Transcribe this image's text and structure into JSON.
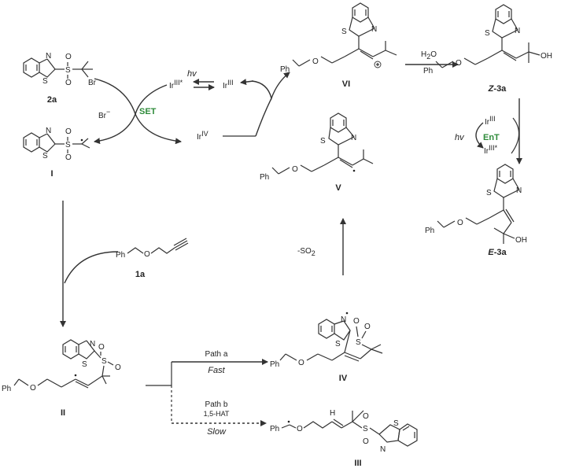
{
  "labels": {
    "c2a": "2a",
    "cI": "I",
    "c1a": "1a",
    "cII": "II",
    "cIII": "III",
    "cIV": "IV",
    "cV": "V",
    "cVI": "VI",
    "cZ3a_prefix": "Z",
    "cZ3a": "-3a",
    "cE3a_prefix": "E",
    "cE3a": "-3a"
  },
  "atoms": {
    "N": "N",
    "S": "S",
    "O": "O",
    "Br": "Br",
    "Ph": "Ph",
    "OH": "OH",
    "H": "H"
  },
  "cycle": {
    "ir3_star": "Ir",
    "ir3_star_sup": "III*",
    "hv": "hv",
    "ir3": "Ir",
    "ir3_sup": "III",
    "set": "SET",
    "br_minus": "Br",
    "ir4": "Ir",
    "ir4_sup": "IV"
  },
  "steps": {
    "water": "H",
    "water_sub": "2",
    "water_o": "O",
    "minus_so2": "-SO",
    "minus_so2_sub": "2",
    "path_a": "Path a",
    "fast": "Fast",
    "path_b": "Path b",
    "hat": "1,5-HAT",
    "slow": "Slow"
  },
  "ent": {
    "label": "EnT",
    "hv": "hv",
    "ir3": "Ir",
    "ir3_sup": "III",
    "ir3_star": "Ir",
    "ir3_star_sup": "III*"
  },
  "colors": {
    "accent_green": "#2e8b3a"
  }
}
